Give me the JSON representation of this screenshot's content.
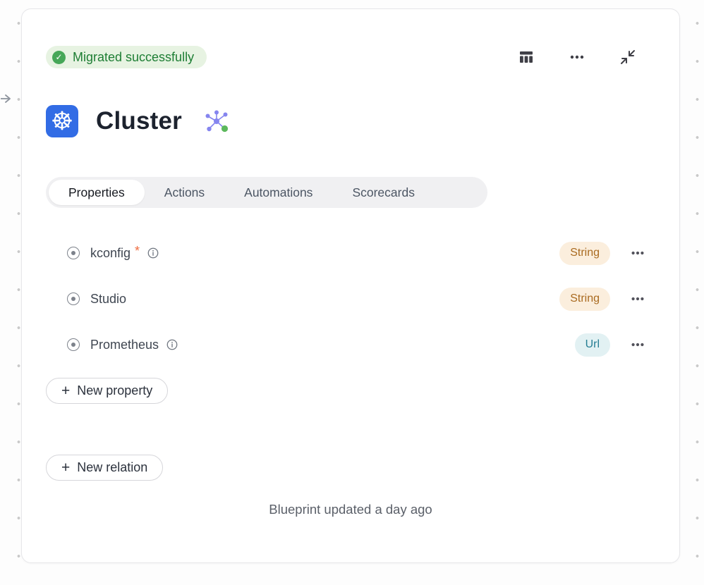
{
  "colors": {
    "canvas_bg": "#fdfdfd",
    "dot": "#c9c9c9",
    "card_border": "#e6e6e9",
    "green_badge_bg": "#e7f3e2",
    "green_badge_text": "#1e7e34",
    "check_green": "#46a758",
    "k8s_blue": "#326ce5",
    "tab_bar_bg": "#f0f0f2",
    "text_dark": "#1c222e",
    "text_medium": "#3f4651",
    "text_gray": "#5b6069",
    "icon_gray": "#3f3f46",
    "string_badge_bg": "#fbeedd",
    "string_badge_text": "#a96a1f",
    "url_badge_bg": "#e2f1f3",
    "url_badge_text": "#267f94",
    "required_red": "#ef6c3f",
    "graph_purple": "#8585ef",
    "graph_green": "#5cb85c"
  },
  "icons": {
    "check": "✓",
    "kubernetes": "☸",
    "plus": "+",
    "asterisk": "*"
  },
  "status": {
    "label": "Migrated successfully"
  },
  "header": {
    "title": "Cluster"
  },
  "tabs": [
    {
      "label": "Properties",
      "active": true
    },
    {
      "label": "Actions",
      "active": false
    },
    {
      "label": "Automations",
      "active": false
    },
    {
      "label": "Scorecards",
      "active": false
    }
  ],
  "properties": [
    {
      "name": "kconfig",
      "required": true,
      "has_info": true,
      "type": "String",
      "variant": "string"
    },
    {
      "name": "Studio",
      "required": false,
      "has_info": false,
      "type": "String",
      "variant": "string"
    },
    {
      "name": "Prometheus",
      "required": false,
      "has_info": true,
      "type": "Url",
      "variant": "url"
    }
  ],
  "buttons": {
    "new_property": "New property",
    "new_relation": "New relation"
  },
  "footer": {
    "text": "Blueprint updated a day ago"
  }
}
